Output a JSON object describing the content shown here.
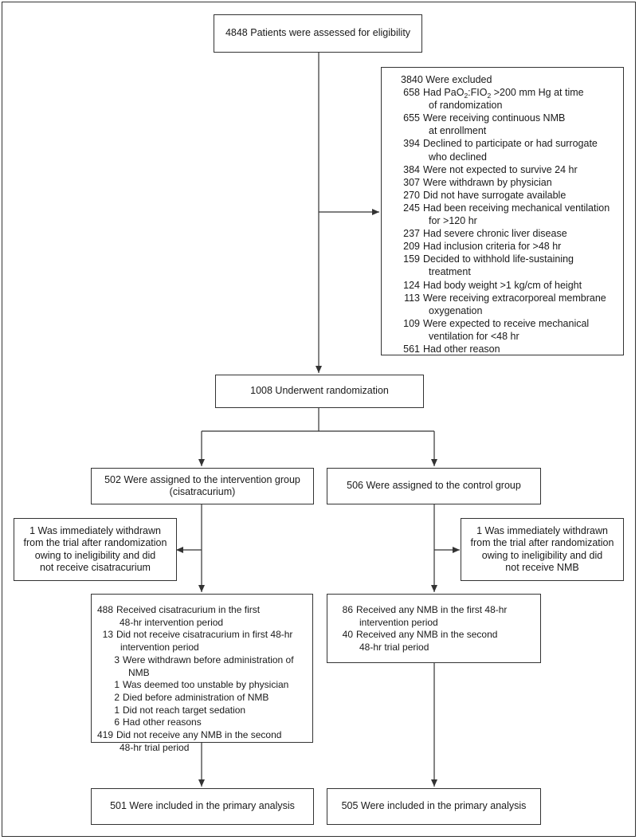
{
  "screening": {
    "count": "4848",
    "text": "Patients were assessed for eligibility"
  },
  "excluded": {
    "count": "3840",
    "heading": "Were excluded",
    "reasons": [
      {
        "n": "658",
        "lines": [
          "Had Pa",
          "O",
          "2",
          ":F",
          "IO",
          "2",
          " >200 mm Hg at time",
          "of randomization"
        ]
      },
      {
        "n": "655",
        "lines": [
          "Were receiving continuous NMB",
          "at enrollment"
        ]
      },
      {
        "n": "394",
        "lines": [
          "Declined to participate or had surrogate",
          "who declined"
        ]
      },
      {
        "n": "384",
        "lines": [
          "Were not expected to survive 24 hr"
        ]
      },
      {
        "n": "307",
        "lines": [
          "Were withdrawn by physician"
        ]
      },
      {
        "n": "270",
        "lines": [
          "Did not have surrogate available"
        ]
      },
      {
        "n": "245",
        "lines": [
          "Had been receiving mechanical ventilation",
          "for >120 hr"
        ]
      },
      {
        "n": "237",
        "lines": [
          "Had severe chronic liver disease"
        ]
      },
      {
        "n": "209",
        "lines": [
          "Had inclusion criteria for >48 hr"
        ]
      },
      {
        "n": "159",
        "lines": [
          "Decided to withhold life-sustaining",
          "treatment"
        ]
      },
      {
        "n": "124",
        "lines": [
          "Had body weight >1 kg/cm of height"
        ]
      },
      {
        "n": "113",
        "lines": [
          "Were receiving extracorporeal membrane",
          "oxygenation"
        ]
      },
      {
        "n": "109",
        "lines": [
          "Were expected to receive mechanical",
          "ventilation for <48 hr"
        ]
      },
      {
        "n": "561",
        "lines": [
          "Had other reason"
        ]
      }
    ]
  },
  "randomization": {
    "count": "1008",
    "text": "Underwent randomization"
  },
  "intervention": {
    "assigned": [
      "502 Were assigned to the intervention group",
      "(cisatracurium)"
    ],
    "withdrawn": [
      "1 Was immediately withdrawn",
      "from the trial after randomization",
      "owing to ineligibility and did",
      "not receive cisatracurium"
    ],
    "treatment": [
      {
        "n": "488",
        "indent": 0,
        "lines": [
          "Received cisatracurium in the first",
          "48-hr intervention period"
        ]
      },
      {
        "n": "13",
        "indent": 0,
        "lines": [
          "Did not receive cisatracurium in first 48-hr",
          "intervention period"
        ]
      },
      {
        "n": "3",
        "indent": 1,
        "lines": [
          "Were withdrawn before administration of",
          "NMB"
        ]
      },
      {
        "n": "1",
        "indent": 1,
        "lines": [
          "Was deemed too unstable by physician"
        ]
      },
      {
        "n": "2",
        "indent": 1,
        "lines": [
          "Died before administration of NMB"
        ]
      },
      {
        "n": "1",
        "indent": 1,
        "lines": [
          "Did not reach target sedation"
        ]
      },
      {
        "n": "6",
        "indent": 1,
        "lines": [
          "Had other reasons"
        ]
      },
      {
        "n": "419",
        "indent": 0,
        "lines": [
          "Did not receive any NMB in the second",
          "48-hr trial period"
        ]
      }
    ],
    "analysis": "501 Were included in the primary analysis"
  },
  "control": {
    "assigned": [
      "506 Were assigned to the control group"
    ],
    "withdrawn": [
      "1 Was immediately withdrawn",
      "from the trial after randomization",
      "owing to ineligibility and did",
      "not receive NMB"
    ],
    "treatment": [
      {
        "n": "86",
        "indent": 0,
        "lines": [
          "Received any NMB in the first 48-hr",
          "intervention period"
        ]
      },
      {
        "n": "40",
        "indent": 0,
        "lines": [
          "Received any NMB in the second",
          "48-hr trial period"
        ]
      }
    ],
    "analysis": "505 Were included in the primary analysis"
  }
}
